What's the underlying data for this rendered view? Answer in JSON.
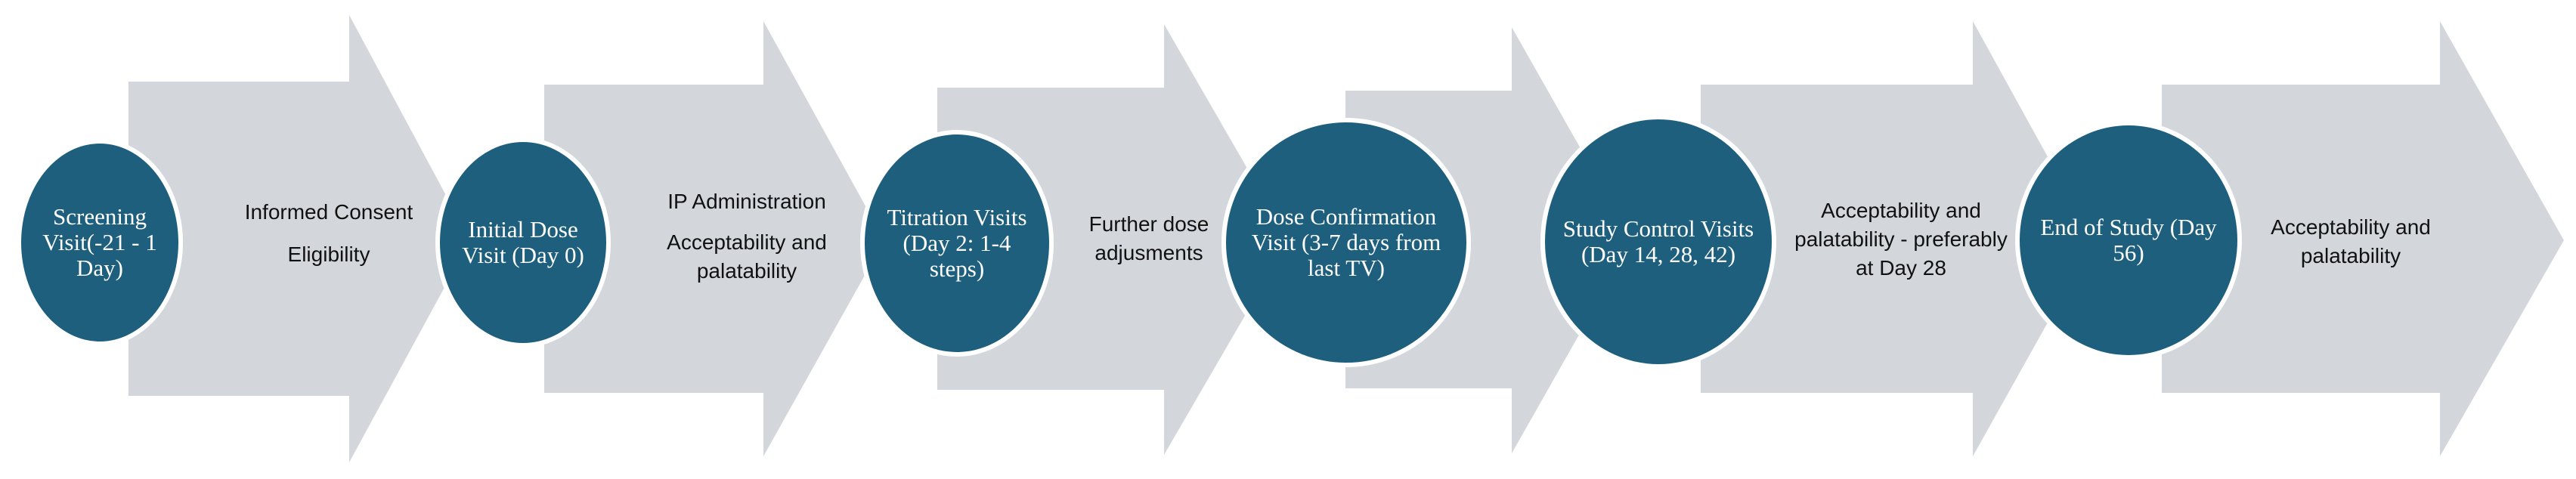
{
  "colors": {
    "arrow_fill": "#d3d7dc",
    "circle_fill": "#1e5f7e",
    "circle_text": "#ffffff",
    "note_text": "#111111"
  },
  "stages": [
    {
      "title": "Screening Visit(-21 - 1 Day)",
      "notes": [
        "Informed Consent",
        "Eligibility"
      ]
    },
    {
      "title": "Initial Dose Visit (Day 0)",
      "notes": [
        "IP Administration",
        "Acceptability and palatability"
      ]
    },
    {
      "title": "Titration Visits (Day 2: 1-4 steps)",
      "notes": [
        "Further dose adjusments"
      ]
    },
    {
      "title": "Dose Confirmation Visit (3-7 days from last TV)",
      "notes": []
    },
    {
      "title": "Study Control Visits (Day 14, 28, 42)",
      "notes": [
        "Acceptability and palatability - preferably at Day 28"
      ]
    },
    {
      "title": "End of Study (Day 56)",
      "notes": [
        "Acceptability and palatability"
      ]
    }
  ]
}
